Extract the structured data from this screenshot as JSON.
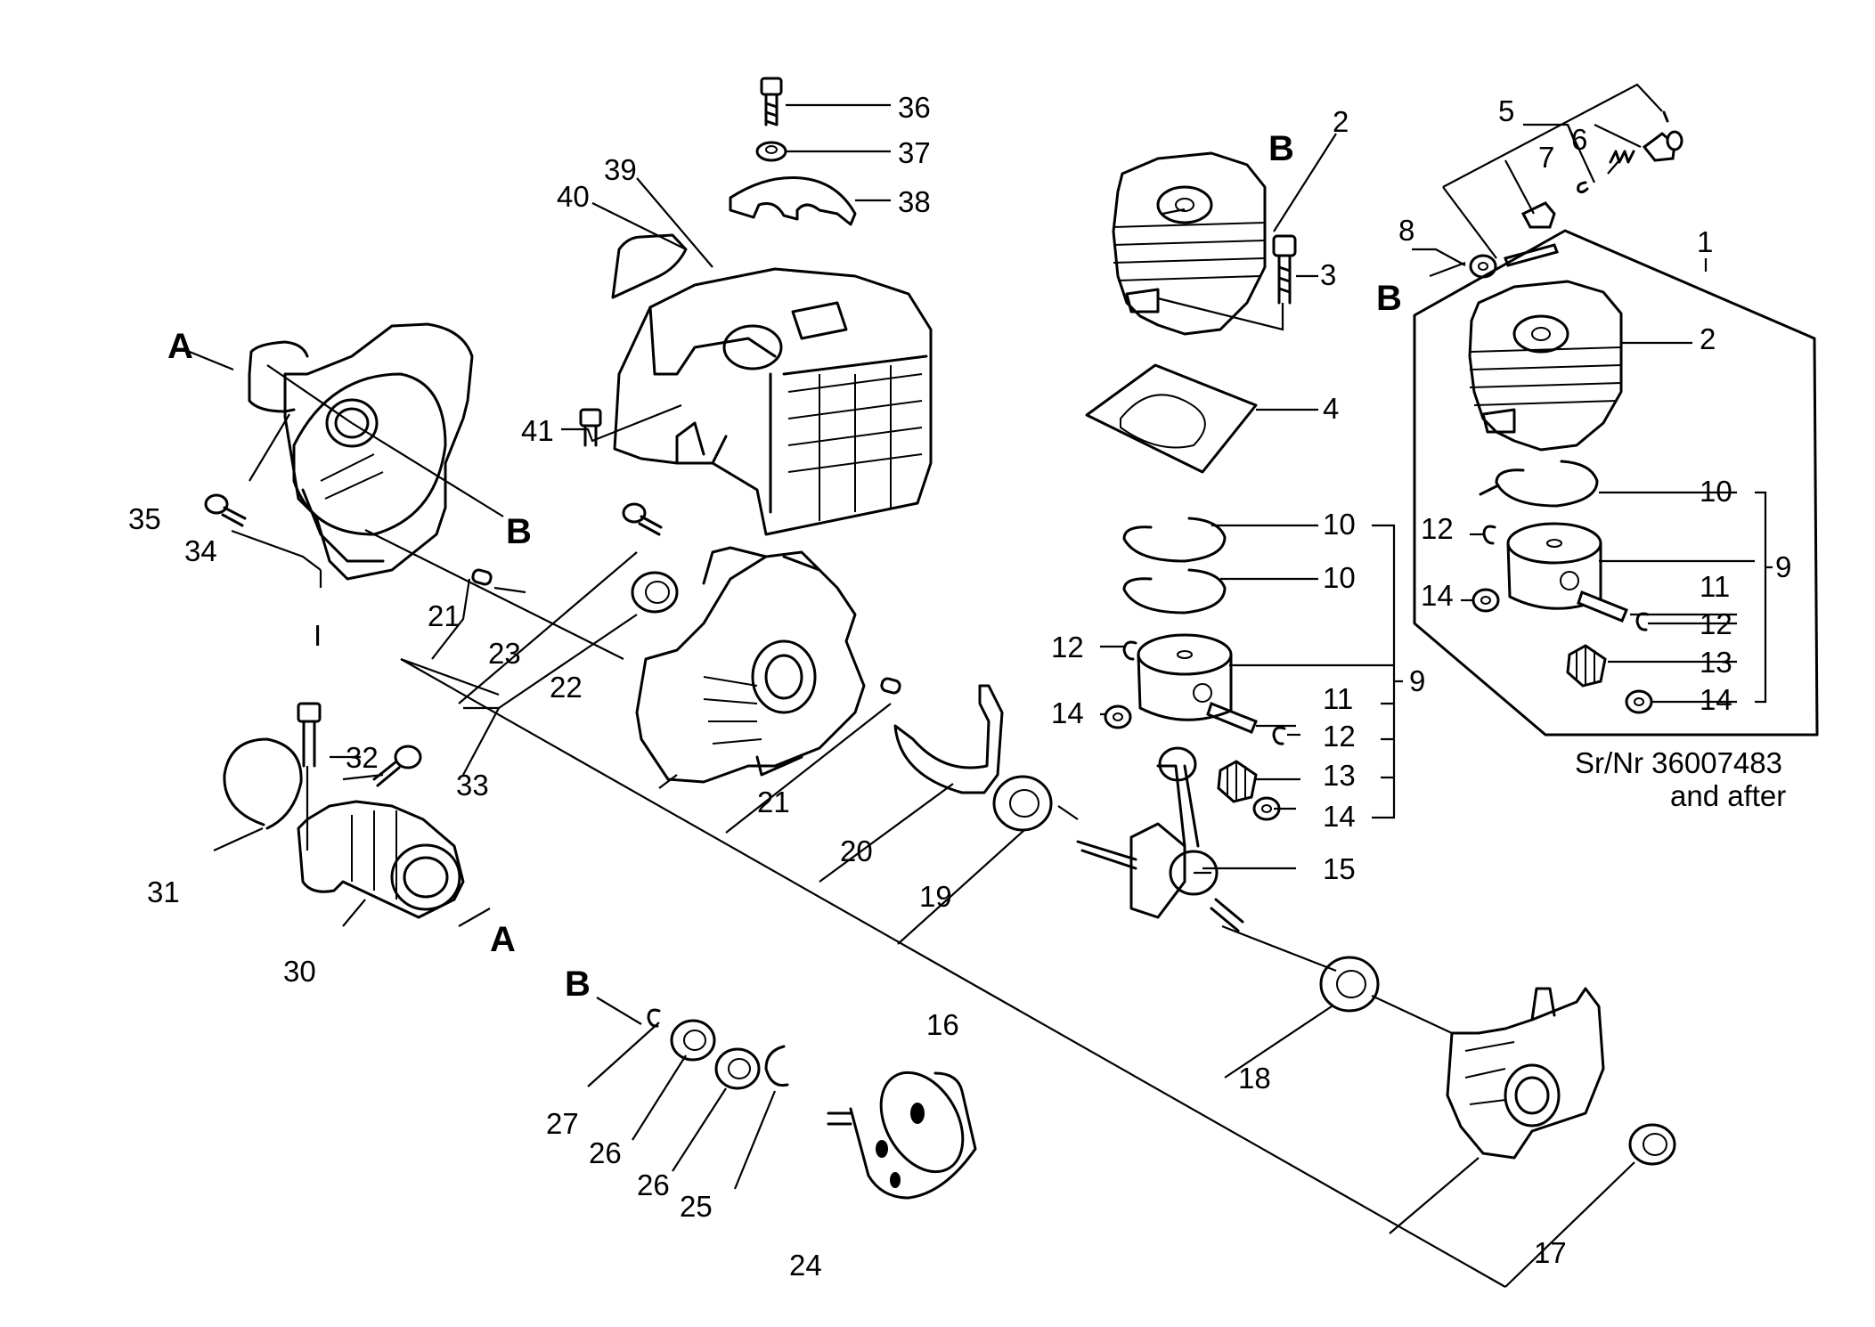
{
  "diagram": {
    "callouts": [
      {
        "key": "c1",
        "text": "1"
      },
      {
        "key": "c2a",
        "text": "2"
      },
      {
        "key": "c2b",
        "text": "2"
      },
      {
        "key": "c3",
        "text": "3"
      },
      {
        "key": "c4",
        "text": "4"
      },
      {
        "key": "c5",
        "text": "5"
      },
      {
        "key": "c6",
        "text": "6"
      },
      {
        "key": "c7",
        "text": "7"
      },
      {
        "key": "c8",
        "text": "8"
      },
      {
        "key": "c9a",
        "text": "9"
      },
      {
        "key": "c9b",
        "text": "9"
      },
      {
        "key": "c10a",
        "text": "10"
      },
      {
        "key": "c10b",
        "text": "10"
      },
      {
        "key": "c10c",
        "text": "10"
      },
      {
        "key": "c11a",
        "text": "11"
      },
      {
        "key": "c11b",
        "text": "11"
      },
      {
        "key": "c12a",
        "text": "12"
      },
      {
        "key": "c12b",
        "text": "12"
      },
      {
        "key": "c12c",
        "text": "12"
      },
      {
        "key": "c12d",
        "text": "12"
      },
      {
        "key": "c13a",
        "text": "13"
      },
      {
        "key": "c13b",
        "text": "13"
      },
      {
        "key": "c14a",
        "text": "14"
      },
      {
        "key": "c14b",
        "text": "14"
      },
      {
        "key": "c14c",
        "text": "14"
      },
      {
        "key": "c14d",
        "text": "14"
      },
      {
        "key": "c15",
        "text": "15"
      },
      {
        "key": "c16",
        "text": "16"
      },
      {
        "key": "c17",
        "text": "17"
      },
      {
        "key": "c18",
        "text": "18"
      },
      {
        "key": "c19",
        "text": "19"
      },
      {
        "key": "c20",
        "text": "20"
      },
      {
        "key": "c21a",
        "text": "21"
      },
      {
        "key": "c21b",
        "text": "21"
      },
      {
        "key": "c22",
        "text": "22"
      },
      {
        "key": "c23",
        "text": "23"
      },
      {
        "key": "c24",
        "text": "24"
      },
      {
        "key": "c25",
        "text": "25"
      },
      {
        "key": "c26a",
        "text": "26"
      },
      {
        "key": "c26b",
        "text": "26"
      },
      {
        "key": "c27",
        "text": "27"
      },
      {
        "key": "c30",
        "text": "30"
      },
      {
        "key": "c31",
        "text": "31"
      },
      {
        "key": "c32",
        "text": "32"
      },
      {
        "key": "c33",
        "text": "33"
      },
      {
        "key": "c34",
        "text": "34"
      },
      {
        "key": "c35",
        "text": "35"
      },
      {
        "key": "c36",
        "text": "36"
      },
      {
        "key": "c37",
        "text": "37"
      },
      {
        "key": "c38",
        "text": "38"
      },
      {
        "key": "c39",
        "text": "39"
      },
      {
        "key": "c40",
        "text": "40"
      },
      {
        "key": "c41",
        "text": "41"
      }
    ],
    "reference_letters": [
      {
        "key": "A1",
        "text": "A"
      },
      {
        "key": "A2",
        "text": "A"
      },
      {
        "key": "B1",
        "text": "B"
      },
      {
        "key": "B2",
        "text": "B"
      },
      {
        "key": "B3",
        "text": "B"
      },
      {
        "key": "B4",
        "text": "B"
      }
    ],
    "roman_mark": "I",
    "serial_note": {
      "line1": "Sr/Nr 36007483",
      "line2": "and after"
    }
  }
}
